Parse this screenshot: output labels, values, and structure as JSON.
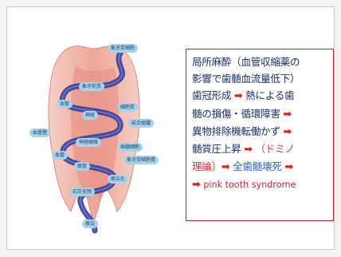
{
  "diagram": {
    "labels": [
      "象牙芽細胞",
      "象牙前質",
      "血管",
      "細胞質",
      "神経",
      "結合組織",
      "血管壁",
      "神経線維",
      "歯髄細胞",
      "象牙芽細胞層",
      "血管",
      "根管",
      "根尖孔",
      "石灰化物",
      "根尖"
    ]
  },
  "text_panel": {
    "line1": "局所麻酔（血管収縮薬の",
    "line2": "影響で歯髄血流量低下）",
    "line3": "歯冠形成",
    "line3b": "熱による歯",
    "line4": "髄の損傷・循環障害",
    "line5": "異物排除機転働かず",
    "line6": "髄質圧上昇",
    "line6b": "（ドミノ",
    "line7": "理論）",
    "line7b": "全歯髄壊死",
    "line8": "pink tooth syndrome",
    "arrow": "➡"
  },
  "colors": {
    "box_border": "#c2253a",
    "text_main": "#1c2f66",
    "arrow": "#e2221b",
    "highlight_red": "#d8343f",
    "highlight_blue": "#2c5ed8",
    "label_bg": "#a5d3ec",
    "tooth_pink": "#f2b8aa",
    "spiral": "#2c3a9c"
  }
}
